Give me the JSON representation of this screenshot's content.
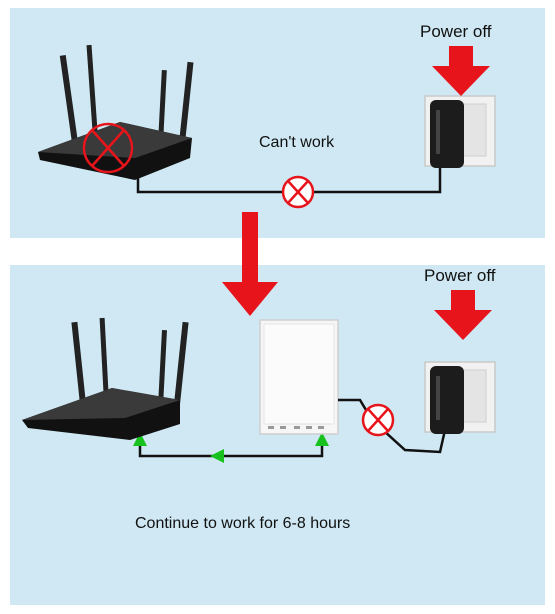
{
  "top_panel": {
    "power_label": "Power off",
    "status_label": "Can't work"
  },
  "bottom_panel": {
    "power_label": "Power off",
    "caption": "Continue to work for 6-8 hours"
  },
  "colors": {
    "panel_bg": "#cfe8f3",
    "arrow_red": "#e8141b",
    "cable_green": "#18c21e",
    "device_black": "#1c1c1c"
  }
}
